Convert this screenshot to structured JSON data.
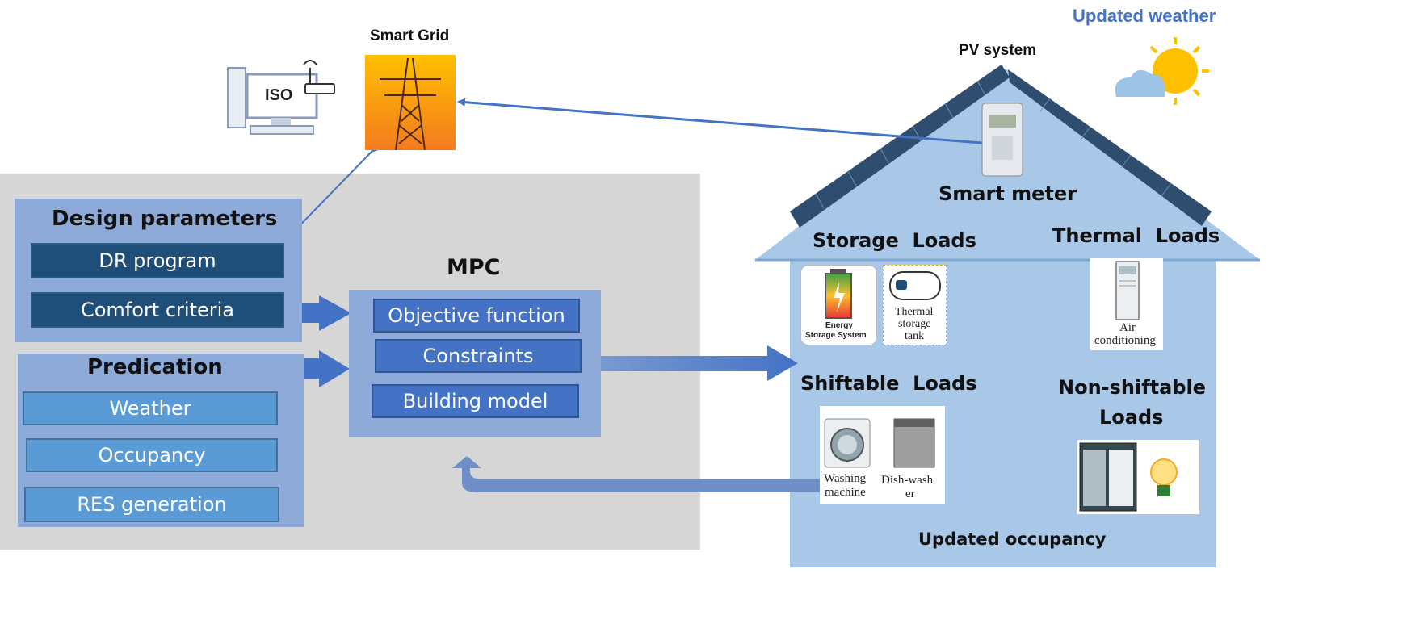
{
  "colors": {
    "panel": "#d6d6d6",
    "house": "#a9c8e8",
    "dark_box": "#1f4e79",
    "mid_box": "#4472c4",
    "light_box": "#5b9bd5",
    "arrow": "#4472c4",
    "accent_text": "#4472c4"
  },
  "iso": {
    "label": "ISO",
    "icon": "computer-icon"
  },
  "smart_grid": {
    "label": "Smart Grid",
    "icon": "transmission-tower-icon"
  },
  "pv_system": {
    "label": "PV system"
  },
  "weather_update": {
    "label": "Updated weather",
    "icon": "sun-cloud-icon"
  },
  "smart_meter": {
    "label": "Smart meter"
  },
  "design": {
    "title": "Design parameters",
    "items": [
      "DR program",
      "Comfort criteria"
    ]
  },
  "prediction": {
    "title": "Predication",
    "items": [
      "Weather",
      "Occupancy",
      "RES generation"
    ]
  },
  "mpc": {
    "title": "MPC",
    "items": [
      "Objective function",
      "Constraints",
      "Building model"
    ]
  },
  "loads": {
    "storage": {
      "title": "Storage  Loads",
      "ess_line1": "Energy",
      "ess_line2": "Storage System",
      "tank_line1": "Thermal",
      "tank_line2": "storage",
      "tank_line3": "tank"
    },
    "thermal": {
      "title": "Thermal  Loads",
      "ac_line1": "Air",
      "ac_line2": "conditioning"
    },
    "shiftable": {
      "title": "Shiftable  Loads",
      "wm_line1": "Washing",
      "wm_line2": "machine",
      "dw_line1": "Dish-wash",
      "dw_line2": "er"
    },
    "nonshiftable": {
      "title_line1": "Non-shiftable",
      "title_line2": "Loads"
    }
  },
  "occupancy_update": {
    "label": "Updated occupancy"
  }
}
